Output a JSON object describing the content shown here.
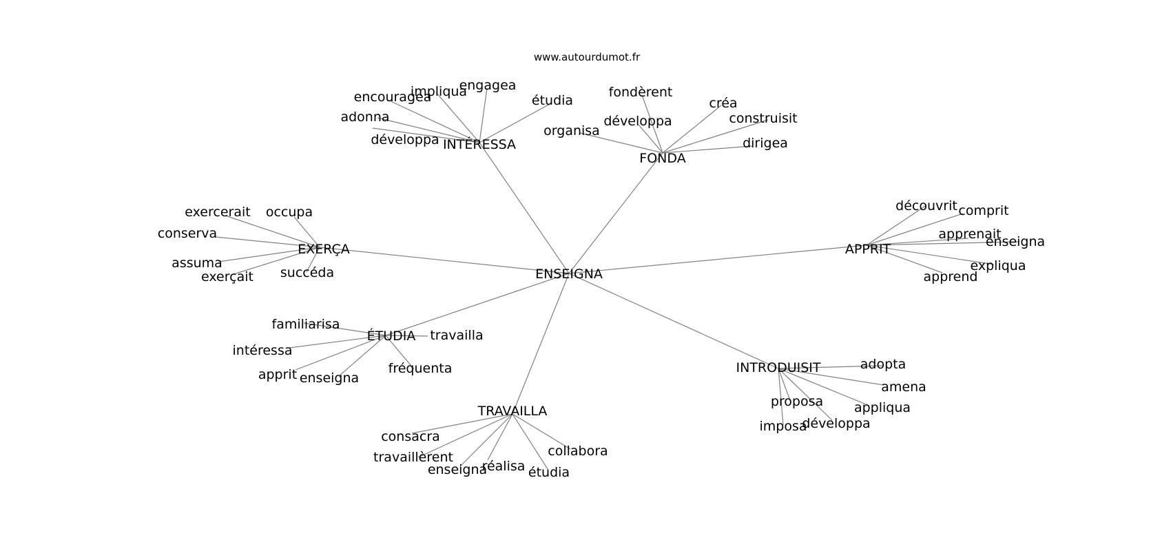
{
  "source": "www.autourdumot.fr",
  "center": {
    "label": "ENSEIGNA"
  },
  "clusters": [
    {
      "id": "interessa",
      "label": "INTÉRESSA",
      "leaves": [
        "développa",
        "adonna",
        "encouragea",
        "impliqua",
        "engagea",
        "étudia"
      ]
    },
    {
      "id": "fonda",
      "label": "FONDA",
      "leaves": [
        "organisa",
        "développa",
        "fondèrent",
        "créa",
        "construisit",
        "dirigea"
      ]
    },
    {
      "id": "exerca",
      "label": "EXERÇA",
      "leaves": [
        "exercerait",
        "occupa",
        "conserva",
        "assuma",
        "exerçait",
        "succéda"
      ]
    },
    {
      "id": "apprit",
      "label": "APPRIT",
      "leaves": [
        "découvrit",
        "comprit",
        "apprenait",
        "enseigna",
        "expliqua",
        "apprend"
      ]
    },
    {
      "id": "etudia",
      "label": "ÉTUDIA",
      "leaves": [
        "familiarisa",
        "intéressa",
        "apprit",
        "enseigna",
        "fréquenta",
        "travailla"
      ]
    },
    {
      "id": "introduisit",
      "label": "INTRODUISIT",
      "leaves": [
        "adopta",
        "amena",
        "appliqua",
        "développa",
        "imposa",
        "proposa"
      ]
    },
    {
      "id": "travailla",
      "label": "TRAVAILLA",
      "leaves": [
        "consacra",
        "travaillèrent",
        "enseigna",
        "réalisa",
        "étudia",
        "collabora"
      ]
    }
  ]
}
